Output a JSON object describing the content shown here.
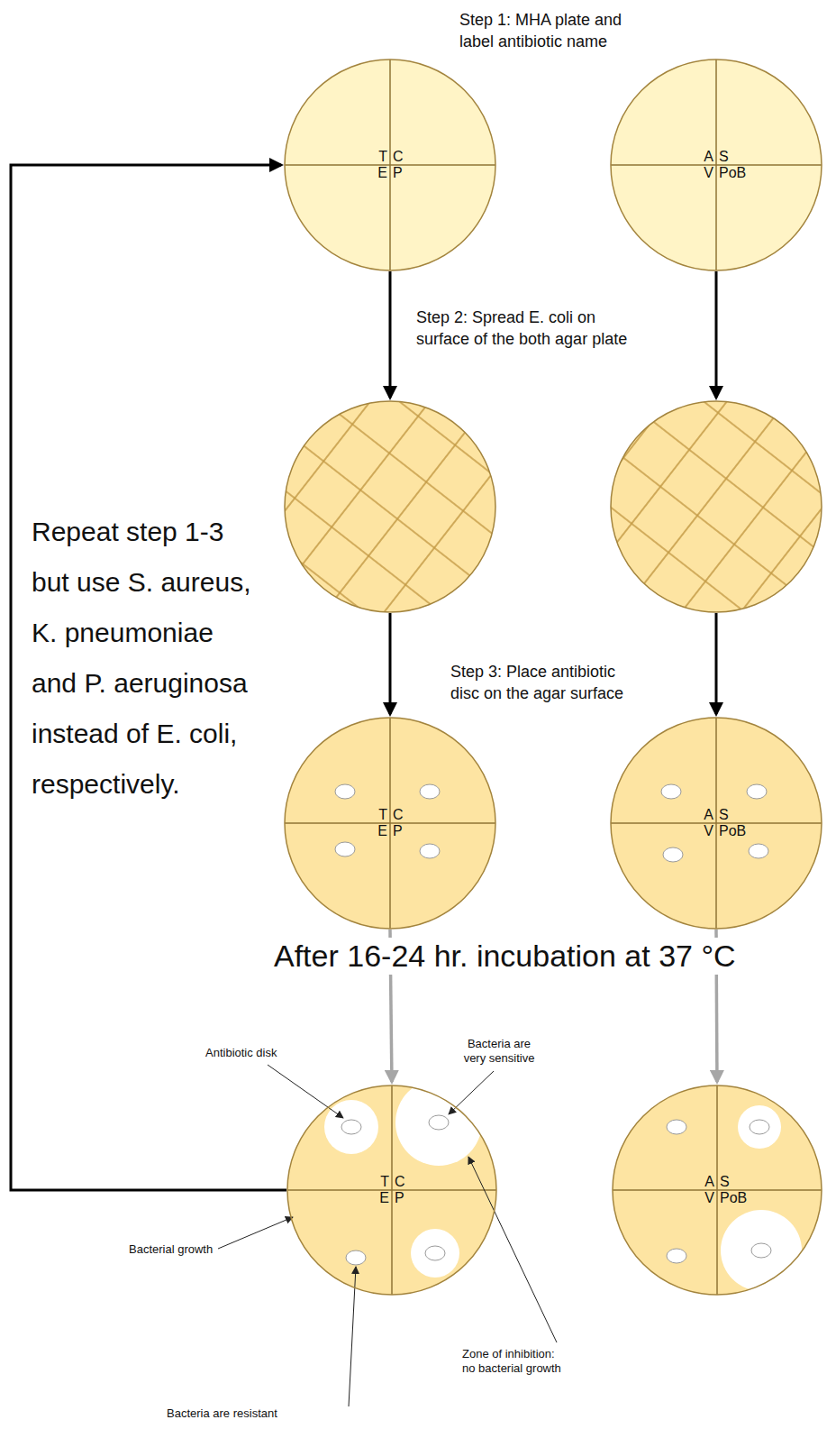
{
  "diagram": {
    "nodes": [
      {
        "text": [
          "T",
          "C",
          "E",
          "P"
        ]
      },
      {
        "text": [
          "A",
          "S",
          "V",
          "PoB"
        ]
      },
      {
        "text": []
      },
      {
        "text": []
      },
      {
        "text": [
          "T",
          "C",
          "E",
          "P"
        ]
      },
      {
        "text": [
          "A",
          "S",
          "V",
          "PoB"
        ]
      },
      {
        "text": [
          "T",
          "C",
          "E",
          "P"
        ]
      },
      {
        "text": [
          "A",
          "S",
          "V",
          "PoB"
        ]
      }
    ],
    "edges": [
      {
        "from": 0,
        "to": 2,
        "arrow": "to"
      },
      {
        "from": 1,
        "to": 3,
        "arrow": "to"
      },
      {
        "from": 2,
        "to": 4,
        "arrow": "to"
      },
      {
        "from": 3,
        "to": 5,
        "arrow": "to"
      },
      {
        "from": 4,
        "to": 6,
        "arrow": "to"
      },
      {
        "from": 5,
        "to": 7,
        "arrow": "to"
      },
      {
        "from": 6,
        "to": 0,
        "arrow": "to"
      }
    ],
    "labels": [
      "Step 1: MHA plate and label antibiotic name",
      "Step 2: Spread E. coli on surface of the both agar plate",
      "Repeat step 1-3 but use S. aureus, K. pneumoniae and P. aeruginosa instead of E. coli, respectively.",
      "Step 3: Place antibiotic disc on the agar surface",
      "After 16-24 hr. incubation at 37 °C",
      "Antibiotic disk",
      "Bacteria are very sensitive",
      "Bacterial growth",
      "Zone of inhibition: no bacterial growth",
      "Bacteria are resistant"
    ]
  }
}
